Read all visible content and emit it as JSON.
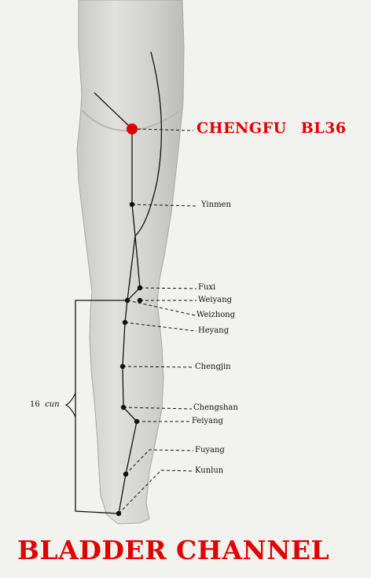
{
  "title": "BLADDER CHANNEL",
  "featured_point": {
    "name": "CHENGFU",
    "code": "BL36"
  },
  "measurement": {
    "value": "16",
    "unit": "cun"
  },
  "points": [
    {
      "id": "yinmen",
      "label": "Yinmen"
    },
    {
      "id": "fuxi",
      "label": "Fuxi"
    },
    {
      "id": "weiyang",
      "label": "Weiyang"
    },
    {
      "id": "weizhong",
      "label": "Weizhong"
    },
    {
      "id": "heyang",
      "label": "Heyang"
    },
    {
      "id": "chengjin",
      "label": "Chengjin"
    },
    {
      "id": "chengshan",
      "label": "Chengshan"
    },
    {
      "id": "feiyang",
      "label": "Feiyang"
    },
    {
      "id": "fuyang",
      "label": "Fuyang"
    },
    {
      "id": "kunlun",
      "label": "Kunlun"
    }
  ],
  "colors": {
    "accent": "#e00000",
    "ink": "#111111",
    "skin": "#d9d9d4"
  }
}
